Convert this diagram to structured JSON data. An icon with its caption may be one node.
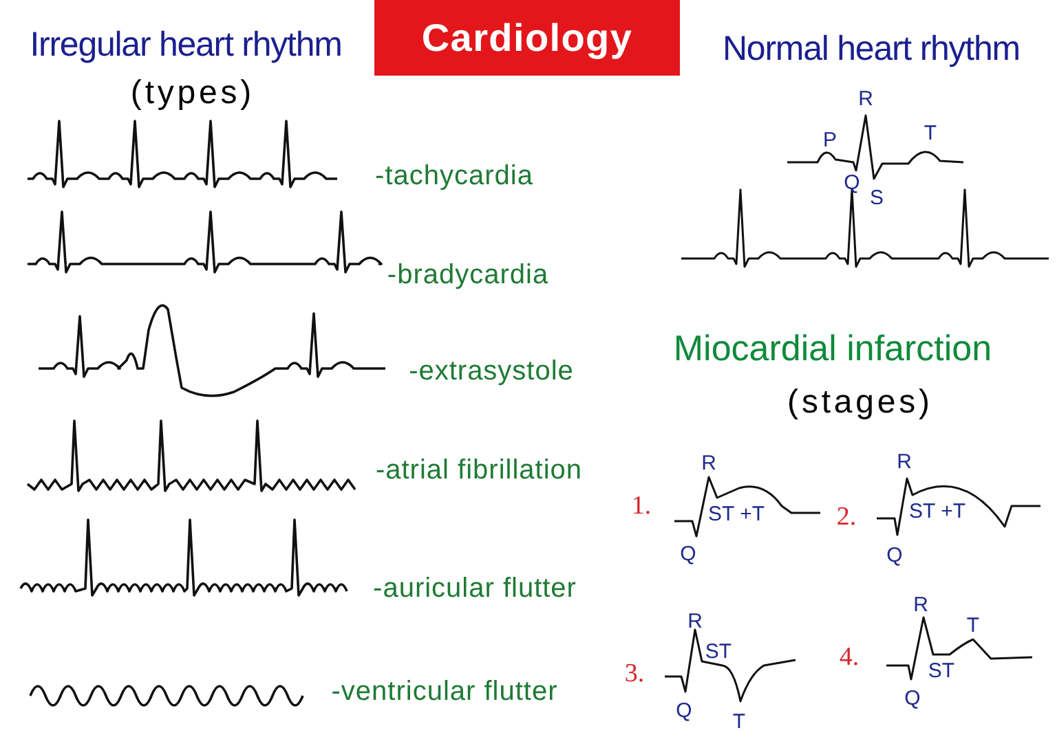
{
  "diagram": {
    "title": "Cardiology",
    "labels": [
      "Irregular heart rhythm",
      "Normal heart rhythm",
      "(types)",
      "R",
      "P",
      "T",
      "Q",
      "S",
      "-tachycardia",
      "-bradycardia",
      "Miocardial infarction",
      "-extrasystole",
      "(stages)",
      "-atrial fibrillation",
      "R",
      "R",
      "1.",
      "ST +T",
      "2.",
      "ST +T",
      "Q",
      "Q",
      "-auricular flutter",
      "R",
      "R",
      "T",
      "ST",
      "3.",
      "4.",
      "ST",
      "Q",
      "Q",
      "T",
      "-ventricular flutter"
    ]
  }
}
